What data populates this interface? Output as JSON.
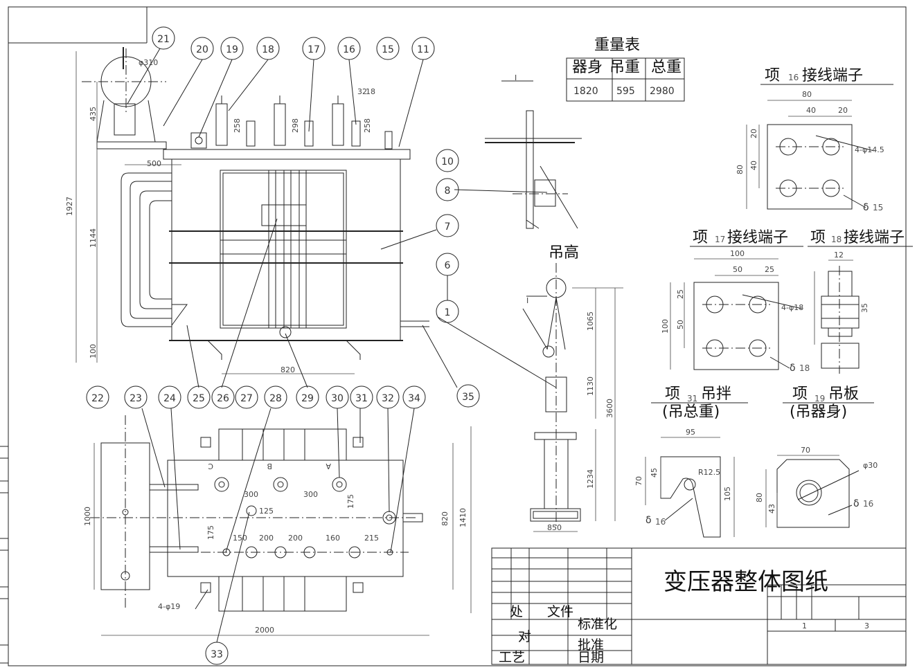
{
  "balloons": [
    {
      "label": "21"
    },
    {
      "label": "20"
    },
    {
      "label": "19"
    },
    {
      "label": "18"
    },
    {
      "label": "17"
    },
    {
      "label": "16"
    },
    {
      "label": "15"
    },
    {
      "label": "11"
    },
    {
      "label": "10"
    },
    {
      "label": "8"
    },
    {
      "label": "7"
    },
    {
      "label": "6"
    },
    {
      "label": "1"
    },
    {
      "label": "35"
    },
    {
      "label": "22"
    },
    {
      "label": "23"
    },
    {
      "label": "24"
    },
    {
      "label": "25"
    },
    {
      "label": "26"
    },
    {
      "label": "27"
    },
    {
      "label": "28"
    },
    {
      "label": "29"
    },
    {
      "label": "30"
    },
    {
      "label": "31"
    },
    {
      "label": "32"
    },
    {
      "label": "34"
    },
    {
      "label": "33"
    }
  ],
  "weight_table": {
    "title": "重量表",
    "header_overlap": "器身 吊重 总重",
    "header_a": "器身",
    "header_b": "吊重",
    "header_c": "总重",
    "values": [
      "1820",
      "595",
      "2980"
    ]
  },
  "section_label": "I",
  "lift_height_label": "吊高",
  "parts": {
    "p16": {
      "title": "项",
      "num": "16",
      "name": "接线端子",
      "delta": "δ",
      "thk": "15"
    },
    "p17": {
      "title": "项",
      "num": "17",
      "name": "接线端子",
      "delta": "δ",
      "thk": "18"
    },
    "p18": {
      "title": "项",
      "num": "18",
      "name": "接线端子"
    },
    "p31": {
      "title": "项",
      "num": "31",
      "name": "吊拌",
      "sub": "(吊总重)",
      "delta": "δ",
      "thk": "16"
    },
    "p19": {
      "title": "项",
      "num": "19",
      "name": "吊板",
      "sub": "(吊器身)",
      "delta": "δ",
      "thk": "16"
    }
  },
  "dims": {
    "d310": "φ310",
    "d435": "435",
    "d1927": "1927",
    "d1144": "1144",
    "d100": "100",
    "d500": "500",
    "d820": "820",
    "d258a": "258",
    "d298": "298",
    "d258b": "258",
    "d32": "32",
    "d18": "18",
    "d1065": "1065",
    "d1130": "1130",
    "d3600": "3600",
    "d1234": "1234",
    "d850": "850",
    "t80": "80",
    "t40": "40",
    "t20": "20",
    "t4d145": "4-φ14.5",
    "t20v": "20",
    "t40v": "40",
    "t80v": "80",
    "u100": "100",
    "u50": "50",
    "u25": "25",
    "u4d18": "4-φ18",
    "u25v": "25",
    "u50v": "50",
    "u100v": "100",
    "w12": "12",
    "w35": "35",
    "h95": "95",
    "h45": "45",
    "h70": "70",
    "hR": "R12.5",
    "h105": "105",
    "k70": "70",
    "k30": "φ30",
    "k80": "80",
    "k43": "43",
    "b1000": "1000",
    "b300a": "300",
    "b300b": "300",
    "b125": "125",
    "b175a": "175",
    "b175b": "175",
    "b150": "150",
    "b200a": "200",
    "b200b": "200",
    "b160": "160",
    "b215": "215",
    "b820": "820",
    "b1410": "1410",
    "b4d19": "4-φ19",
    "b2000": "2000"
  },
  "phase_labels": {
    "c": "C",
    "b": "B",
    "a": "A"
  },
  "title_block": {
    "drawing_title": "变压器整体图纸",
    "overlay": "图纸",
    "row_chu": "处",
    "row_wenjian": "文件",
    "row_biaozhunhua": "标准化",
    "row_dui": "对",
    "row_pizhun": "批准",
    "row_gongyi": "工艺",
    "row_riqi": "日期",
    "sheet_a": "1",
    "sheet_b": "3"
  }
}
